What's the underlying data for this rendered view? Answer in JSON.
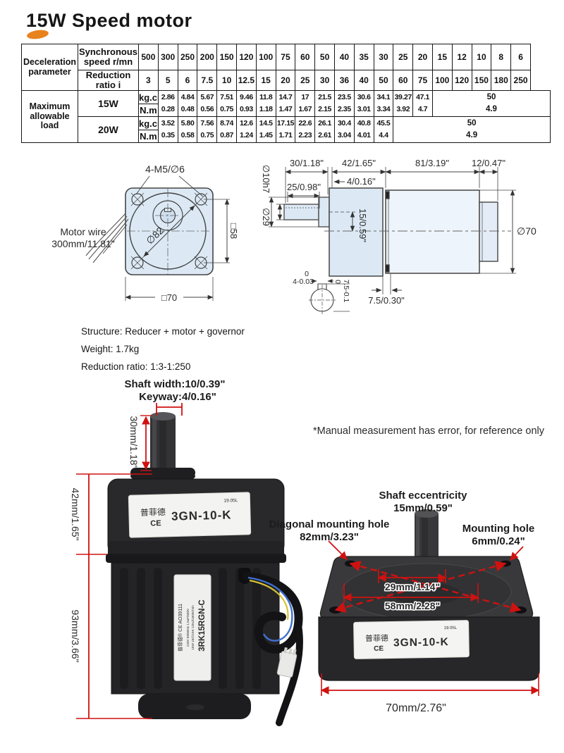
{
  "title": "15W Speed motor",
  "table": {
    "corner": "Deceleration parameter",
    "sync": "Synchronous speed r/mn",
    "ratio": "Reduction ratio i",
    "load": "Maximum allowable load",
    "speeds": [
      "500",
      "300",
      "250",
      "200",
      "150",
      "120",
      "100",
      "75",
      "60",
      "50",
      "40",
      "35",
      "30",
      "25",
      "20",
      "15",
      "12",
      "10",
      "8",
      "6"
    ],
    "ratios": [
      "3",
      "5",
      "6",
      "7.5",
      "10",
      "12.5",
      "15",
      "20",
      "25",
      "30",
      "36",
      "40",
      "50",
      "60",
      "75",
      "100",
      "120",
      "150",
      "180",
      "250"
    ],
    "blocks": [
      {
        "power": "15W",
        "u1": "kg.cm",
        "u2": "N.m",
        "kgcm": [
          "2.86",
          "4.84",
          "5.67",
          "7.51",
          "9.46",
          "11.8",
          "14.7",
          "17",
          "21.5",
          "23.5",
          "30.6",
          "34.1",
          "39.27",
          "47.1"
        ],
        "nm": [
          "0.28",
          "0.48",
          "0.56",
          "0.75",
          "0.93",
          "1.18",
          "1.47",
          "1.67",
          "2.15",
          "2.35",
          "3.01",
          "3.34",
          "3.92",
          "4.7"
        ],
        "m1": "50",
        "m2": "4.9",
        "span": 6
      },
      {
        "power": "20W",
        "u1": "kg.cm",
        "u2": "N.m",
        "kgcm": [
          "3.52",
          "5.80",
          "7.56",
          "8.74",
          "12.6",
          "14.5",
          "17.15",
          "22.6",
          "26.1",
          "30.4",
          "40.8",
          "45.5"
        ],
        "nm": [
          "0.35",
          "0.58",
          "0.75",
          "0.87",
          "1.24",
          "1.45",
          "1.71",
          "2.23",
          "2.61",
          "3.04",
          "4.01",
          "4.4"
        ],
        "m1": "50",
        "m2": "4.9",
        "span": 8
      }
    ]
  },
  "front_view": {
    "bolt": "4-M5/∅6",
    "dia82": "∅82",
    "s58": "□58",
    "s70": "□70",
    "wire1": "Motor wire",
    "wire2": "300mm/11.81\""
  },
  "side_view": {
    "d30": "30/1.18\"",
    "d42": "42/1.65\"",
    "d81": "81/3.19\"",
    "d12": "12/0.47\"",
    "d4": "4/0.16\"",
    "d25": "25/0.98\"",
    "dia10": "∅10h7",
    "dia29": "∅29",
    "d15": "15/0.59\"",
    "dia70": "∅70",
    "d75": "7.5/0.30\"",
    "kz1": "0",
    "kw": "4-0.03",
    "kz2": "0",
    "kd": "7.5-0.1"
  },
  "specs": {
    "structure": "Structure:  Reducer + motor + governor",
    "weight": "Weight: 1.7kg",
    "ratio": "Reduction ratio:  1:3-1:250"
  },
  "photos": {
    "shaft_width": "Shaft width:10/0.39\"",
    "keyway": "Keyway:4/0.16\"",
    "shaft_len": "30mm/1.18\"",
    "gear_h": "42mm/1.65\"",
    "motor_h": "93mm/3.66\"",
    "note": "*Manual measurement has error, for reference only",
    "ecc1": "Shaft eccentricity",
    "ecc2": "15mm/0.59\"",
    "diag1": "Diagonal mounting hole",
    "diag2": "82mm/3.23\"",
    "mount1": "Mounting hole",
    "mount2": "6mm/0.24\"",
    "w29": "29mm/1.14\"",
    "w58": "58mm/2.28\"",
    "w70": "70mm/2.76\"",
    "gear_label": {
      "brand": "普菲德",
      "ce": "CE",
      "model": "3GN-10-K",
      "code": "19.05L"
    },
    "motor_label": {
      "brand": "普菲德® CE AO39111",
      "model": "3RK15RGN-C",
      "spec1": "15W 15/∅15K 125U/1500r/min",
      "spec2": "220V 50/60Hz 1.5uF/500V"
    }
  }
}
